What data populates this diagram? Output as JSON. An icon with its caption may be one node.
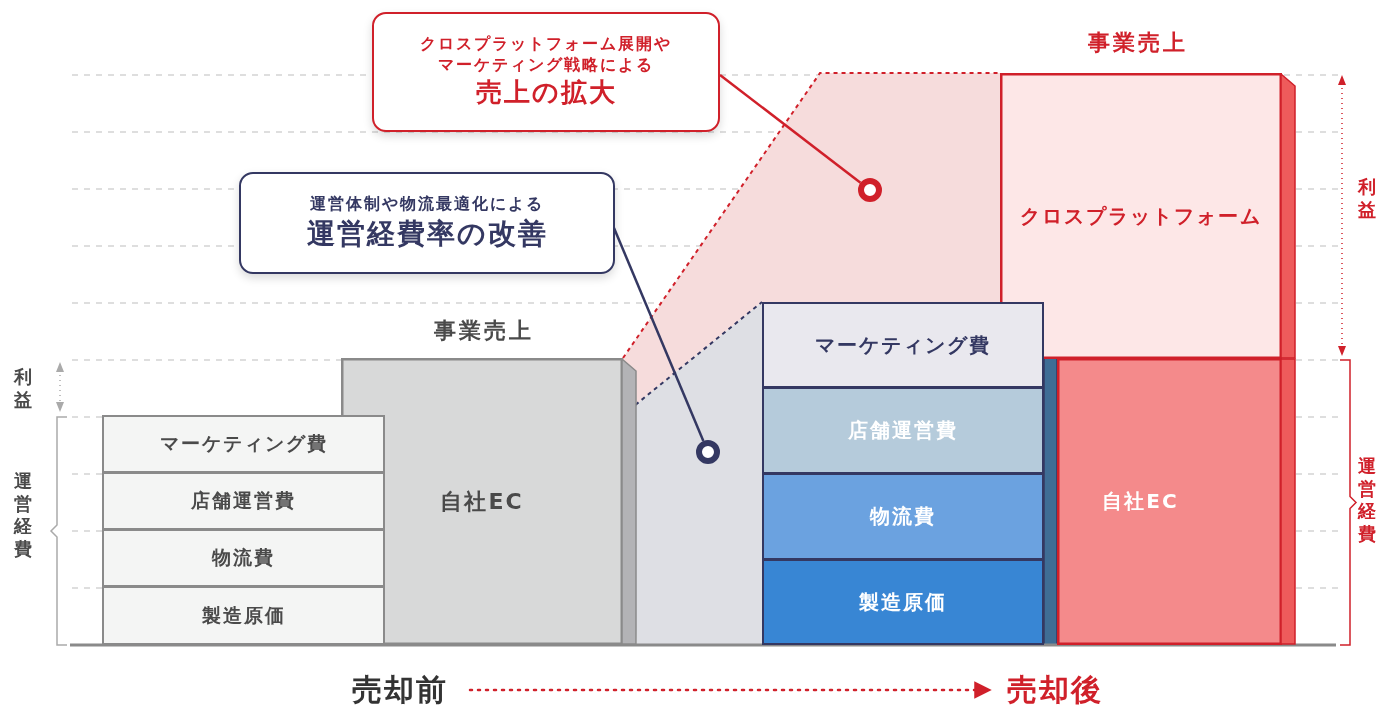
{
  "diagram": {
    "nodes": [
      {
        "text": [
          "クロスプラットフォーム展開やマーケティング戦略による",
          "売上の拡大"
        ]
      },
      {
        "text": [
          "運営体制や物流最適化による",
          "運営経費率の改善"
        ]
      },
      {
        "text": [],
        "shape": "circle"
      },
      {
        "text": [],
        "shape": "circle"
      },
      {
        "text": [
          "マーケティング費"
        ]
      },
      {
        "text": [
          "店舗運営費"
        ]
      },
      {
        "text": [
          "物流費"
        ]
      },
      {
        "text": [
          "製造原価"
        ]
      },
      {
        "text": [
          "自社EC"
        ]
      },
      {
        "text": [
          "マーケティング費"
        ]
      },
      {
        "text": [
          "店舗運営費"
        ]
      },
      {
        "text": [
          "物流費"
        ]
      },
      {
        "text": [
          "製造原価"
        ]
      },
      {
        "text": [
          "クロスプラットフォーム"
        ]
      },
      {
        "text": [
          "自社EC"
        ]
      },
      {
        "text": [
          "売却前"
        ]
      },
      {
        "text": [
          "売却後"
        ]
      }
    ],
    "edges": [
      {
        "from": 0,
        "to": 2,
        "arrow": "none",
        "color": "#d0202a"
      },
      {
        "from": 1,
        "to": 3,
        "arrow": "none",
        "color": "#343862"
      },
      {
        "from": 15,
        "to": 16,
        "arrow": "to",
        "style": "dashed",
        "color": "#d0202a"
      }
    ],
    "labels": [
      "事業売上",
      "利益",
      "事業売上",
      "利益",
      "運営経費",
      "運営経費"
    ]
  }
}
